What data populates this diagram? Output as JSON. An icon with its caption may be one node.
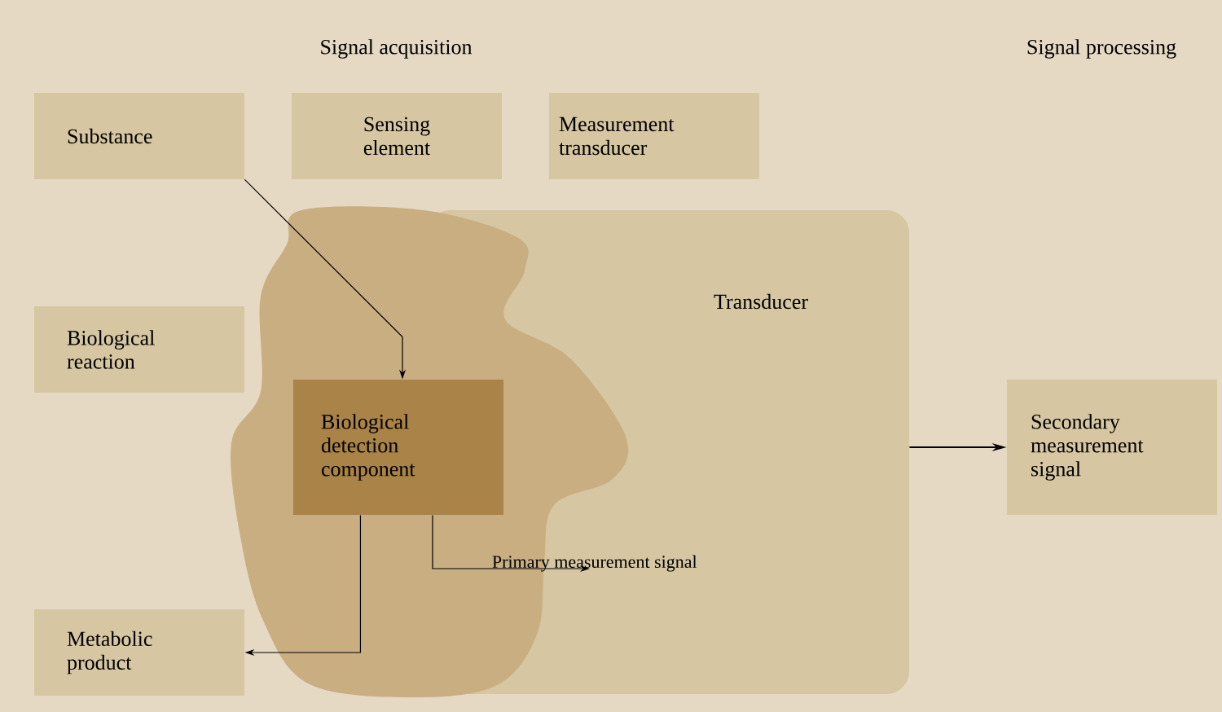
{
  "diagram": {
    "nodes": [
      {
        "text": [
          "Substance"
        ]
      },
      {
        "text": [
          "Sensing element"
        ]
      },
      {
        "text": [
          "Measurement transducer"
        ]
      },
      {
        "text": [
          "Transducer"
        ]
      },
      {
        "text": [
          "Biological reaction"
        ]
      },
      {
        "text": [],
        "shape": "cloud"
      },
      {
        "text": [
          "Biological detection component"
        ],
        "in": 5
      },
      {
        "text": [
          "Metabolic product"
        ]
      },
      {
        "text": [
          "Secondary measurement signal"
        ]
      }
    ],
    "edges": [
      {
        "from": 0,
        "to": 6,
        "arrow": "to"
      },
      {
        "from": 6,
        "to": 7,
        "arrow": "to"
      },
      {
        "from": 6,
        "to": 3,
        "arrow": "to",
        "label": "Primary measurement signal"
      },
      {
        "from": 3,
        "to": 8,
        "arrow": "to"
      }
    ],
    "labels": [
      "Signal acquisition",
      "Signal processing"
    ]
  }
}
